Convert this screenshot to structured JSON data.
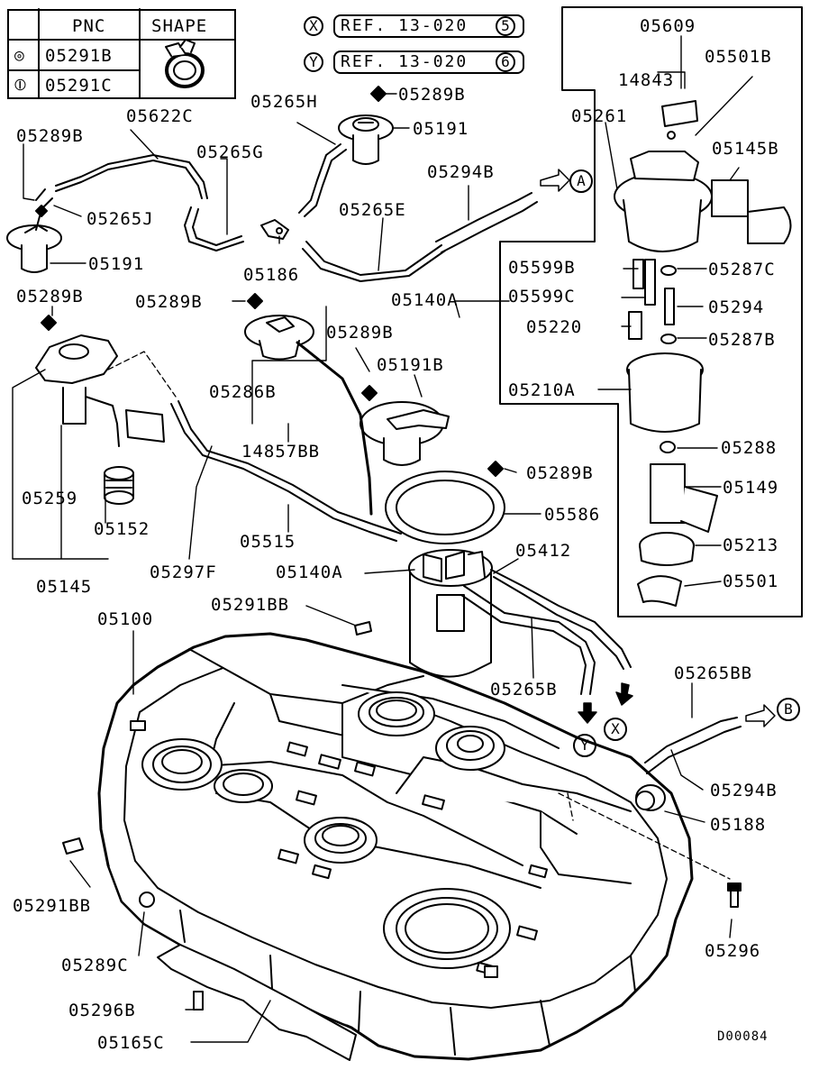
{
  "table": {
    "headers": [
      "PNC",
      "SHAPE"
    ],
    "rows": [
      {
        "symbol": "◎",
        "pnc": "05291B"
      },
      {
        "symbol": "⦶",
        "pnc": "05291C"
      }
    ]
  },
  "refs": [
    {
      "letter": "X",
      "text": "REF. 13-020",
      "num": "5"
    },
    {
      "letter": "Y",
      "text": "REF. 13-020",
      "num": "6"
    }
  ],
  "connectors": {
    "a": "A",
    "b": "B",
    "x": "X",
    "y": "Y"
  },
  "labels": {
    "p05289B_a": "05289B",
    "p05622C": "05622C",
    "p05265H": "05265H",
    "p05289B_b": "05289B",
    "p05191_a": "05191",
    "p05265G": "05265G",
    "p05294B_a": "05294B",
    "p05265J": "05265J",
    "p05265E": "05265E",
    "p05191_b": "05191",
    "p05186": "05186",
    "p05289B_c": "05289B",
    "p05289B_d": "05289B",
    "p05140A_a": "05140A",
    "p05289B_e": "05289B",
    "p05191B": "05191B",
    "p05286B": "05286B",
    "p14857BB": "14857BB",
    "p05289B_f": "05289B",
    "p05586": "05586",
    "p05259": "05259",
    "p05152": "05152",
    "p05515": "05515",
    "p05297F": "05297F",
    "p05140A_b": "05140A",
    "p05412": "05412",
    "p05145": "05145",
    "p05291BB_a": "05291BB",
    "p05100": "05100",
    "p05265B": "05265B",
    "p05265BB": "05265BB",
    "p05294B_b": "05294B",
    "p05188": "05188",
    "p05291BB_b": "05291BB",
    "p05289C": "05289C",
    "p05296": "05296",
    "p05296B": "05296B",
    "p05165C": "05165C",
    "p05609": "05609",
    "p14843": "14843",
    "p05501B": "05501B",
    "p05261": "05261",
    "p05145B": "05145B",
    "p05599B": "05599B",
    "p05287C": "05287C",
    "p05599C": "05599C",
    "p05294": "05294",
    "p05220": "05220",
    "p05287B": "05287B",
    "p05210A": "05210A",
    "p05288": "05288",
    "p05149": "05149",
    "p05213": "05213",
    "p05501": "05501"
  },
  "diagram_code": "D00084"
}
